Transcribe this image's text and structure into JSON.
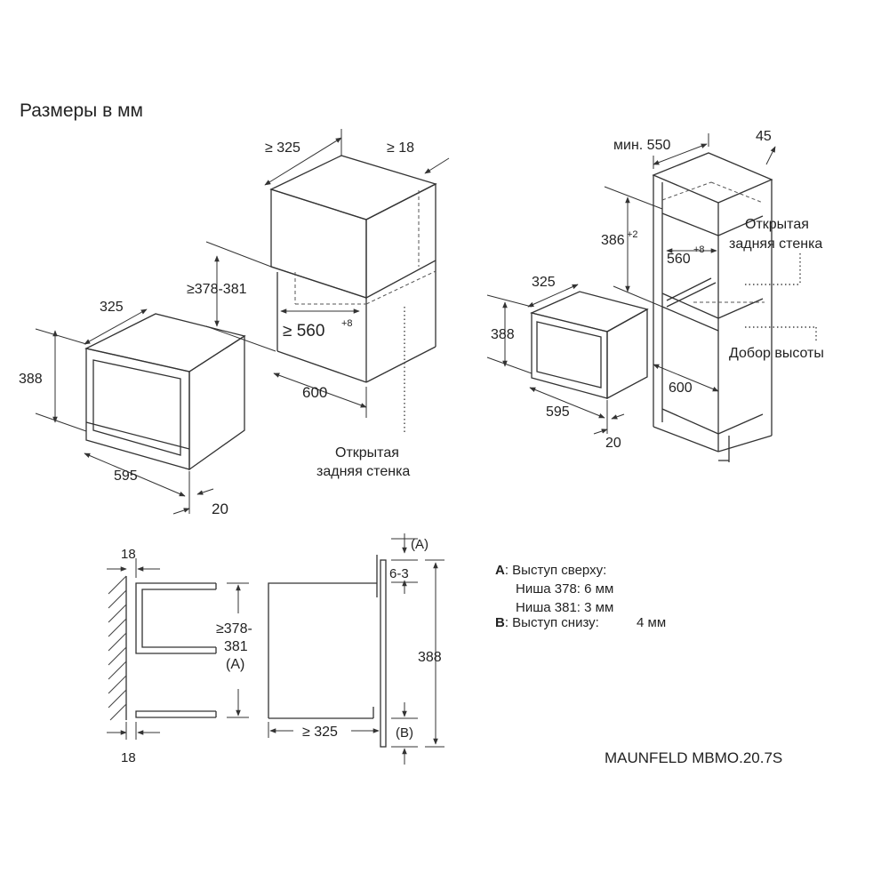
{
  "heading": "Размеры в мм",
  "model": "MAUNFELD MBMO.20.7S",
  "wall_cabinet": {
    "depth_min": "≥ 325",
    "side_min": "≥ 18",
    "height_range": "≥378-381",
    "opening_min": "≥ 560",
    "opening_tol": "+8",
    "width": "600",
    "rear_wall_1": "Открытая",
    "rear_wall_2": "задняя стенка"
  },
  "appliance_left": {
    "depth": "325",
    "height": "388",
    "width": "595",
    "front": "20"
  },
  "tall_cabinet": {
    "width_min": "мин. 550",
    "rear_gap": "45",
    "height": "386",
    "height_tol": "+2",
    "opening": "560",
    "opening_tol": "+8",
    "rear_wall_1": "Открытая",
    "rear_wall_2": "задняя стенка",
    "filler": "Добор высоты",
    "width": "600"
  },
  "appliance_right": {
    "depth": "325",
    "height": "388",
    "width": "595",
    "front": "20"
  },
  "section": {
    "side_top": "18",
    "side_bottom": "18",
    "niche_1": "≥378-",
    "niche_2": "381",
    "niche_ref": "(A)",
    "depth": "≥ 325",
    "offset": "6-3",
    "height": "388",
    "ref_a": "(A)",
    "ref_b": "(B)"
  },
  "notes": {
    "a_key": "A",
    "a_text": ": Выступ сверху:",
    "niche378": "Ниша 378: 6 мм",
    "niche381": "Ниша 381: 3 мм",
    "b_key": "B",
    "b_text": ": Выступ снизу:",
    "b_value": "4 мм"
  }
}
